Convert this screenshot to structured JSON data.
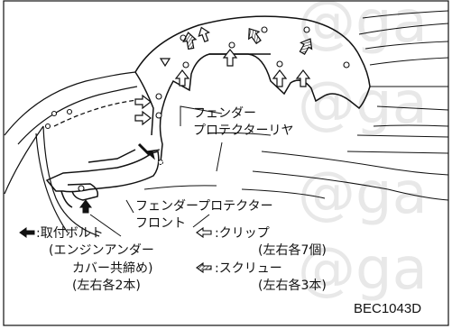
{
  "watermarks": [
    "@ga",
    "@ga",
    "@ga",
    "@ga"
  ],
  "labels": {
    "fender_protector_rear_1": "フェンダー",
    "fender_protector_rear_2": "プロテクターリヤ",
    "fender_protector_front_1": "フェンダープロテクター",
    "fender_protector_front_2": "フロント"
  },
  "legend": {
    "bolt": {
      "line1": ":取付ボルト",
      "line2": "(エンジンアンダー",
      "line3": "カバー共締め)",
      "line4": "(左右各2本)"
    },
    "clip": {
      "line1": ":クリップ",
      "line2": "(左右各7個)"
    },
    "screw": {
      "line1": ":スクリュー",
      "line2": "(左右各3本)"
    }
  },
  "figure_id": "BEC1043D",
  "icons": {
    "bolt_marker": "filled-arrow-left-icon",
    "clip_marker": "outline-arrow-left-icon",
    "screw_marker": "hatched-arrow-left-icon"
  },
  "colors": {
    "ink": "#111111",
    "watermark": "#e8e8e8",
    "background": "#ffffff"
  }
}
